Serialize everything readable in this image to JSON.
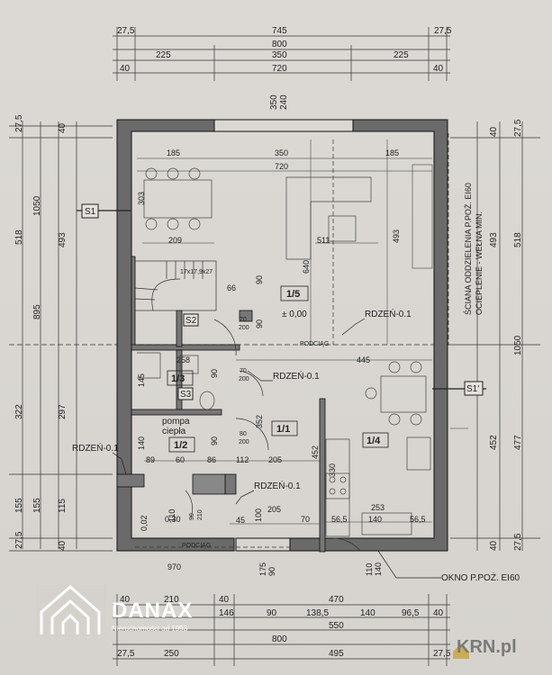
{
  "dims": {
    "top": [
      "27,5",
      "745",
      "27,5",
      "800",
      "225",
      "350",
      "225",
      "40",
      "720",
      "40"
    ],
    "topmark": [
      "350",
      "240"
    ],
    "left": [
      "27,5",
      "40",
      "518",
      "895",
      "493",
      "1050",
      "322",
      "297",
      "155",
      "155",
      "115",
      "27,5",
      "40"
    ],
    "right": [
      "40",
      "27,5",
      "518",
      "493",
      "1050",
      "477",
      "452",
      "27,5",
      "40"
    ],
    "bottom": [
      "40",
      "210",
      "40",
      "470",
      "146",
      "90",
      "138,5",
      "140",
      "96,5",
      "40",
      "550",
      "800",
      "27,5",
      "250",
      "495",
      "27,5"
    ],
    "room1_5_inner": [
      "185",
      "350",
      "185",
      "720",
      "303",
      "209",
      "511",
      "640",
      "493"
    ],
    "misc": [
      "17x17,9x27",
      "66",
      "90",
      "70",
      "200",
      "90",
      "258",
      "145",
      "90",
      "70",
      "200",
      "90",
      "80",
      "200",
      "140",
      "89",
      "60",
      "86",
      "112",
      "205",
      "205",
      "70",
      "56,5",
      "253",
      "140",
      "56,5",
      "330",
      "445",
      "352",
      "452",
      "110",
      "90",
      "210",
      "45",
      "100",
      "175",
      "90",
      "110",
      "140",
      "0,02",
      "0,30",
      "970"
    ]
  },
  "labels": {
    "s1_left": "S1",
    "s1_right": "S1'",
    "s2": "S2",
    "s3": "S3",
    "room_1_5": "1/5",
    "level": "± 0,00",
    "room_1_1": "1/1",
    "room_1_2": "1/2",
    "room_1_3": "1/3",
    "room_1_4": "1/4",
    "pompa1": "pompa",
    "pompa2": "ciepła",
    "rdzen_a": "RDZEŃ-0.1",
    "rdzen_b": "RDZEŃ-0.1",
    "rdzen_c": "RDZEŃ-0.1",
    "rdzen_d": "RDZEŃ-0.1",
    "podciag1": "PODCIĄG",
    "podciag2": "PODCIĄG",
    "wall_note1": "ŚCIANA ODDZIELENIA P.POŻ. EI60",
    "wall_note2": "OCIEPLENIE - WEŁNA MIN.",
    "window_note": "OKNO P.POŻ. EI60"
  },
  "brand": {
    "name": "DANAX",
    "tagline": "Nieruchomości od 1993",
    "watermark": "KRN.pl"
  }
}
